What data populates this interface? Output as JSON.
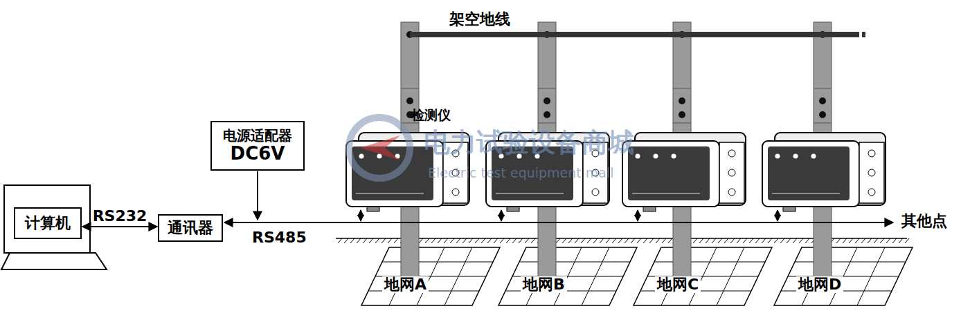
{
  "diagram": {
    "nodes": [
      {
        "text": [
          "计算机"
        ]
      },
      {
        "text": [
          "通讯器"
        ]
      },
      {
        "text": [
          "电源适配器",
          "DC6V"
        ]
      }
    ],
    "edges": [
      {
        "from": 0,
        "to": 1,
        "arrow": "both",
        "label": "RS232"
      }
    ],
    "labels": [
      "RS485",
      "其他点",
      "架空地线",
      "检测仪",
      "地网A",
      "地网B",
      "地网C",
      "地网D",
      "电力试验设备商城",
      "Electric test equipment mall"
    ]
  }
}
